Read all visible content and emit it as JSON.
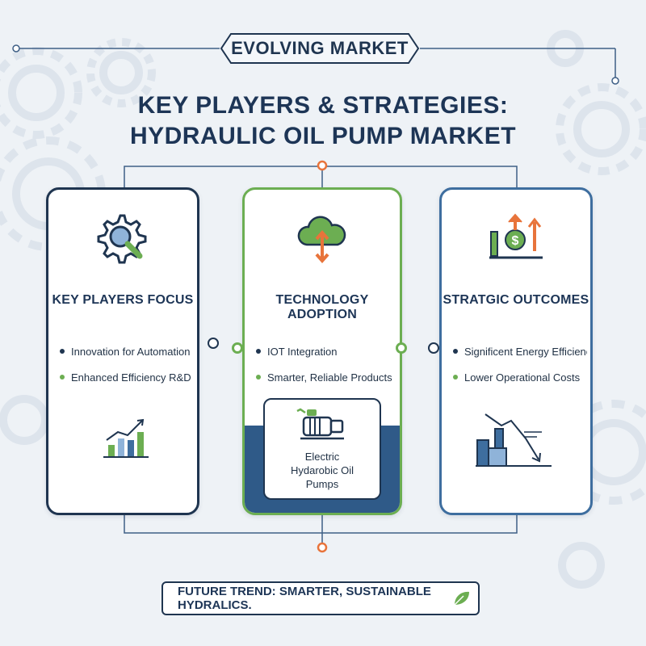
{
  "header": {
    "badge": "EVOLVING MARKET",
    "title_line1": "KEY PLAYERS & STRATEGIES:",
    "title_line2": "HYDRAULIC OIL PUMP MARKET"
  },
  "cards": [
    {
      "heading": "KEY PLAYERS FOCUS",
      "icon": "gear-magnifier-icon",
      "bullets": [
        "Innovation for Automation Demand",
        "Enhanced Efficiency R&D"
      ],
      "bottom_icon": "growth-chart-icon"
    },
    {
      "heading": "TECHNOLOGY ADOPTION",
      "icon": "cloud-sync-icon",
      "bullets": [
        "IOT Integration",
        "Smarter, Reliable Products"
      ],
      "pump_label_line1": "Electric",
      "pump_label_line2": "Hydarobic Oil",
      "pump_label_line3": "Pumps",
      "pump_icon": "electric-pump-icon"
    },
    {
      "heading": "STRATGIC OUTCOMES",
      "icon": "cost-arrows-icon",
      "bullets": [
        "Significent Energy Efficiency",
        "Lower Operational Costs"
      ],
      "bottom_icon": "factory-decline-icon"
    }
  ],
  "footer": {
    "text": "FUTURE TREND: SMARTER, SUSTAINABLE HYDRALICS.",
    "icon": "leaf-icon"
  },
  "colors": {
    "navy": "#1f3550",
    "green": "#6cae52",
    "blue": "#3e6e9f",
    "orange": "#e8743b",
    "background": "#eef2f6"
  }
}
